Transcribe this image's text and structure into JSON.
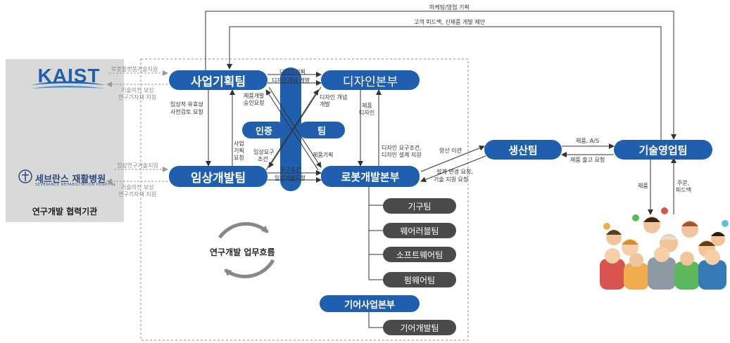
{
  "partners": {
    "kaist": "KAIST",
    "severance": "세브란스 재활병원",
    "severance_sub": "SEVERANCE REHABILITATION HOSPITAL",
    "caption": "연구개발 협력기관"
  },
  "nodes": {
    "biz": "사업기획팀",
    "clinic": "임상개발팀",
    "design": "디자인본부",
    "robot": "로봇개발본부",
    "production": "생산팀",
    "sales": "기술영업팀",
    "cert_left": "인증",
    "cert_right": "팀",
    "gear": "기어사업본부",
    "gear_team": "기어개발팀",
    "mech": "기구팀",
    "wear": "웨어러블팀",
    "sw": "소프트웨어팀",
    "fw": "펌웨어팀"
  },
  "workflow_label": "연구개발 업무흐름",
  "edge_labels": {
    "top1": "마케팅/영업 기획",
    "top2": "고객 피드백, 신제품 개발 제안",
    "kaist_out": "로봇플랫폼기술지원",
    "kaist_in1": "기술이전 보상",
    "kaist_in2": "연구기자재 지원",
    "sev_out": "임상연구기술지원",
    "sev_in1": "기술이전 보상",
    "sev_in2": "연구기자재 지원",
    "design_req1": "디자인기획",
    "design_req2": "디자인개념 개발",
    "approve1": "제품개발",
    "approve2": "승인요청",
    "concept1": "디자인 개념",
    "concept2": "개발",
    "clin1": "임상적 유효성",
    "clin2": "사전검토 요청",
    "bizplan1": "사업",
    "bizplan2": "기획",
    "bizplan3": "요청",
    "prod_design1": "제품",
    "prod_design2": "디자인",
    "req_cond1": "임상요구",
    "req_cond2": "조건",
    "prod_plan": "제품기획",
    "req_cond3": "요구조건",
    "clin_dev_req": "임상개발요청",
    "design_support1": "디자인 요구조건,",
    "design_support2": "디자인 설계 지원",
    "transfer": "양산 이관",
    "change1": "설계 변경 요청,",
    "change2": "기술 지원 요청",
    "prod_as": "제품, A/S",
    "ship_req": "제품 출고 요청",
    "product": "제품",
    "order1": "주문,",
    "order2": "피드백"
  }
}
